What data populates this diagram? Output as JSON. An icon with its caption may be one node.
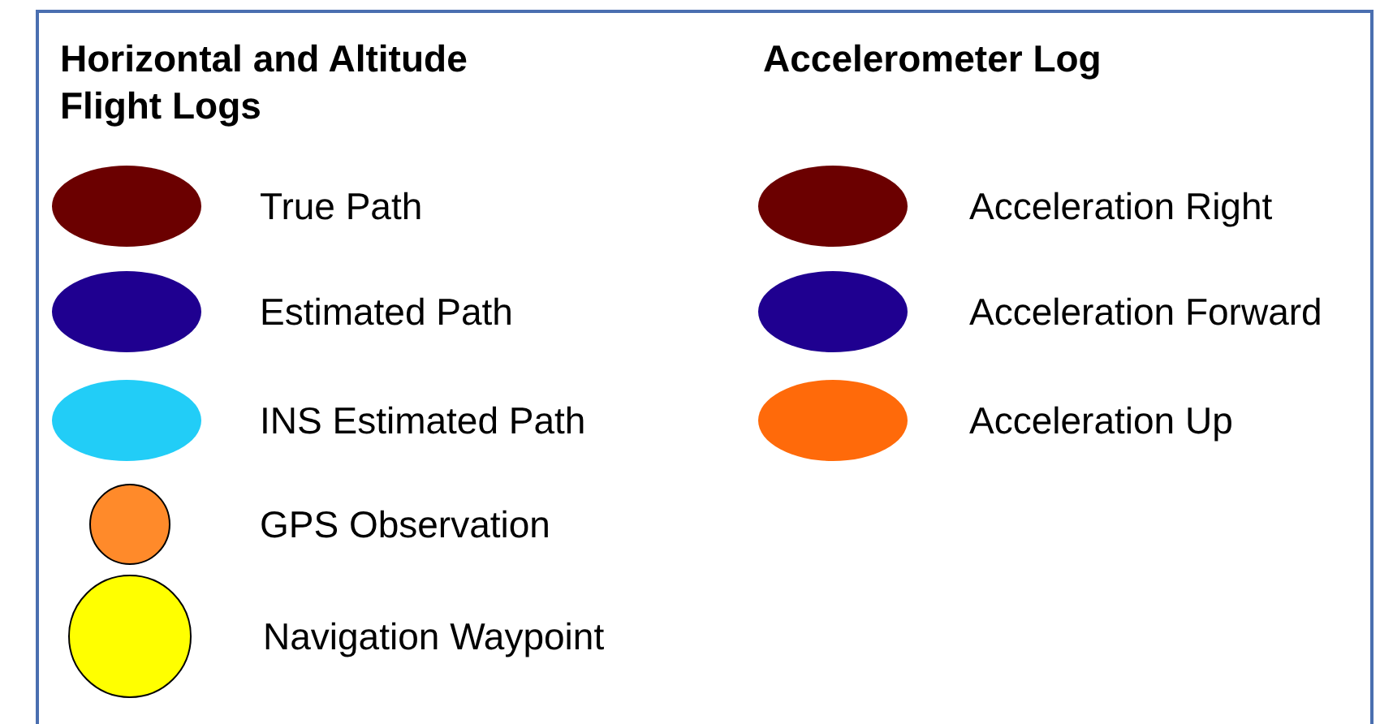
{
  "diagram": {
    "labels": [
      "Horizontal and Altitude Flight Logs",
      "Accelerometer Log"
    ],
    "legend": [
      {
        "text": "True Path",
        "color": "#6b0000"
      },
      {
        "text": "Estimated Path",
        "color": "#1f0090"
      },
      {
        "text": "INS Estimated Path",
        "color": "#22cdf7"
      },
      {
        "text": "GPS Observation",
        "color": "#ff8a2a"
      },
      {
        "text": "Navigation Waypoint",
        "color": "#ffff00"
      },
      {
        "text": "Acceleration Right",
        "color": "#6b0000"
      },
      {
        "text": "Acceleration Forward",
        "color": "#1f0090"
      },
      {
        "text": "Acceleration Up",
        "color": "#ff6a0a"
      }
    ]
  }
}
